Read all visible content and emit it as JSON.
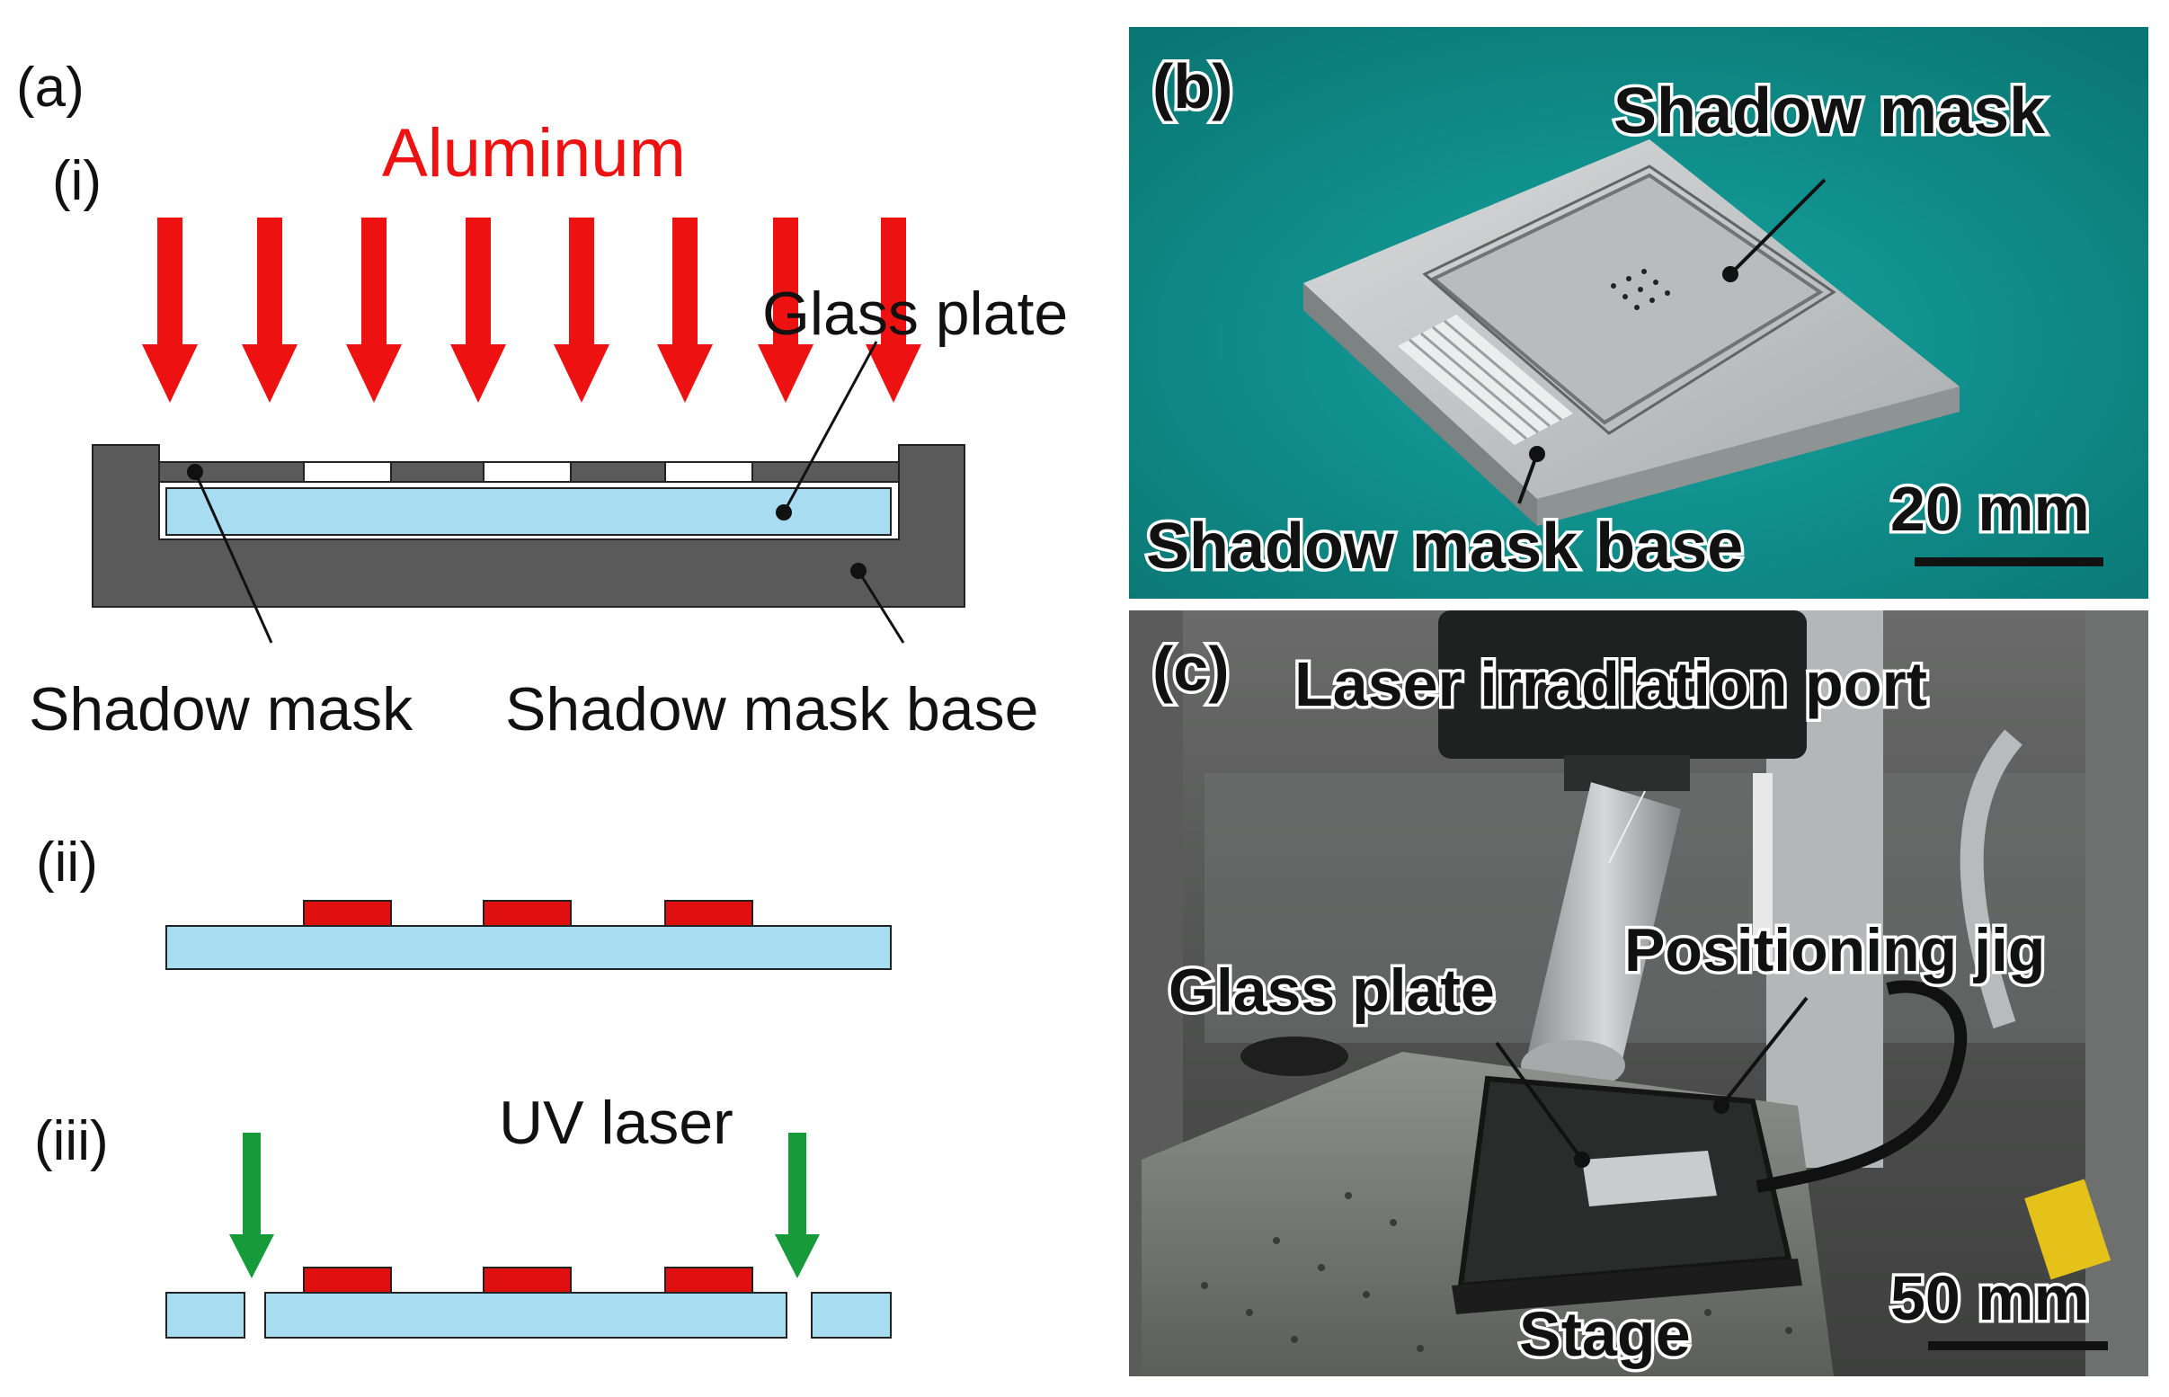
{
  "panel_a": {
    "label": "(a)",
    "step_i": "(i)",
    "step_ii": "(ii)",
    "step_iii": "(iii)",
    "deposition_label": "Aluminum",
    "glass_plate_label": "Glass plate",
    "shadow_mask_label": "Shadow mask",
    "shadow_mask_base_label": "Shadow mask base",
    "uv_laser_label": "UV laser"
  },
  "panel_b": {
    "label": "(b)",
    "shadow_mask_label": "Shadow mask",
    "shadow_mask_base_label": "Shadow mask base",
    "scale_bar": "20 mm"
  },
  "panel_c": {
    "label": "(c)",
    "laser_port_label": "Laser irradiation port",
    "positioning_jig_label": "Positioning jig",
    "glass_plate_label": "Glass plate",
    "stage_label": "Stage",
    "scale_bar": "50 mm"
  },
  "colors": {
    "aluminum_arrow": "#ee1111",
    "uv_arrow": "#169a3a",
    "glass": "#a8dcf0",
    "electrode": "#e01010",
    "mask_base": "#5a5a5a",
    "photo_b_background": "#0f8a87"
  }
}
